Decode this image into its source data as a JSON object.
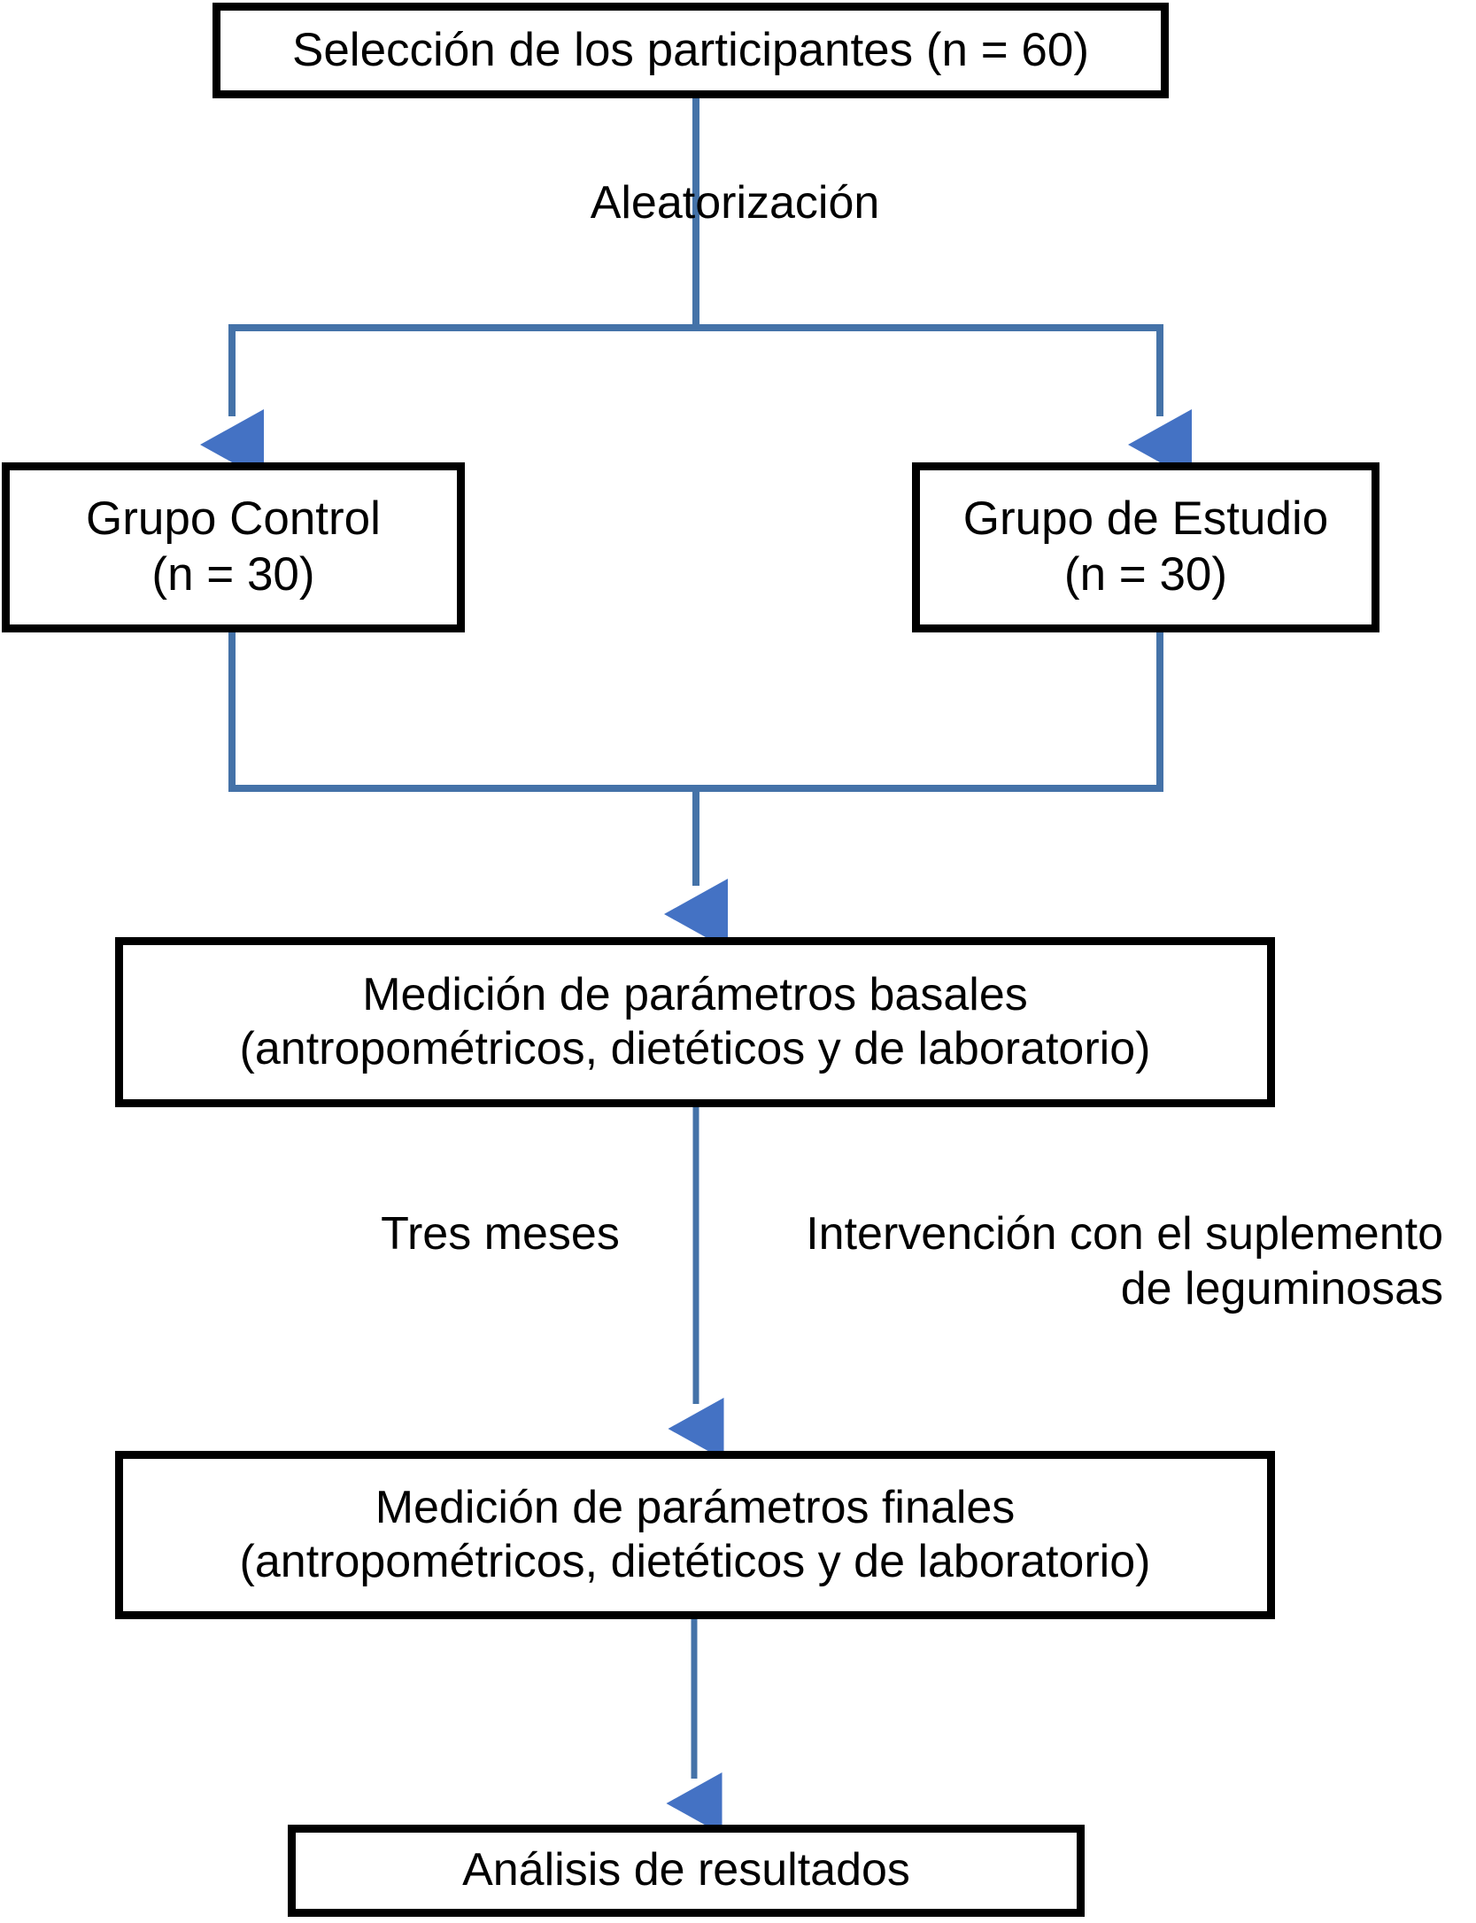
{
  "diagram": {
    "title": "Diagrama de flujo del estudio",
    "accent_line_color": "#4472A8",
    "accent_arrow_color": "#4472C4",
    "node_border_color": "#000000",
    "background_color": "#FFFFFF",
    "nodes": {
      "seleccion": {
        "text": "Selección de los participantes (n = 60)"
      },
      "control": {
        "line1": "Grupo Control",
        "line2": "(n = 30)"
      },
      "estudio": {
        "line1": "Grupo de Estudio",
        "line2": "(n = 30)"
      },
      "basales": {
        "line1": "Medición de parámetros basales",
        "line2": "(antropométricos, dietéticos y de laboratorio)"
      },
      "finales": {
        "line1": "Medición de parámetros finales",
        "line2": "(antropométricos, dietéticos y de laboratorio)"
      },
      "analisis": {
        "text": "Análisis de resultados"
      }
    },
    "edge_labels": {
      "aleatorizacion": "Aleatorización",
      "tres_meses": "Tres meses",
      "intervencion_line1": "Intervención con el suplemento",
      "intervencion_line2": "de leguminosas"
    }
  }
}
